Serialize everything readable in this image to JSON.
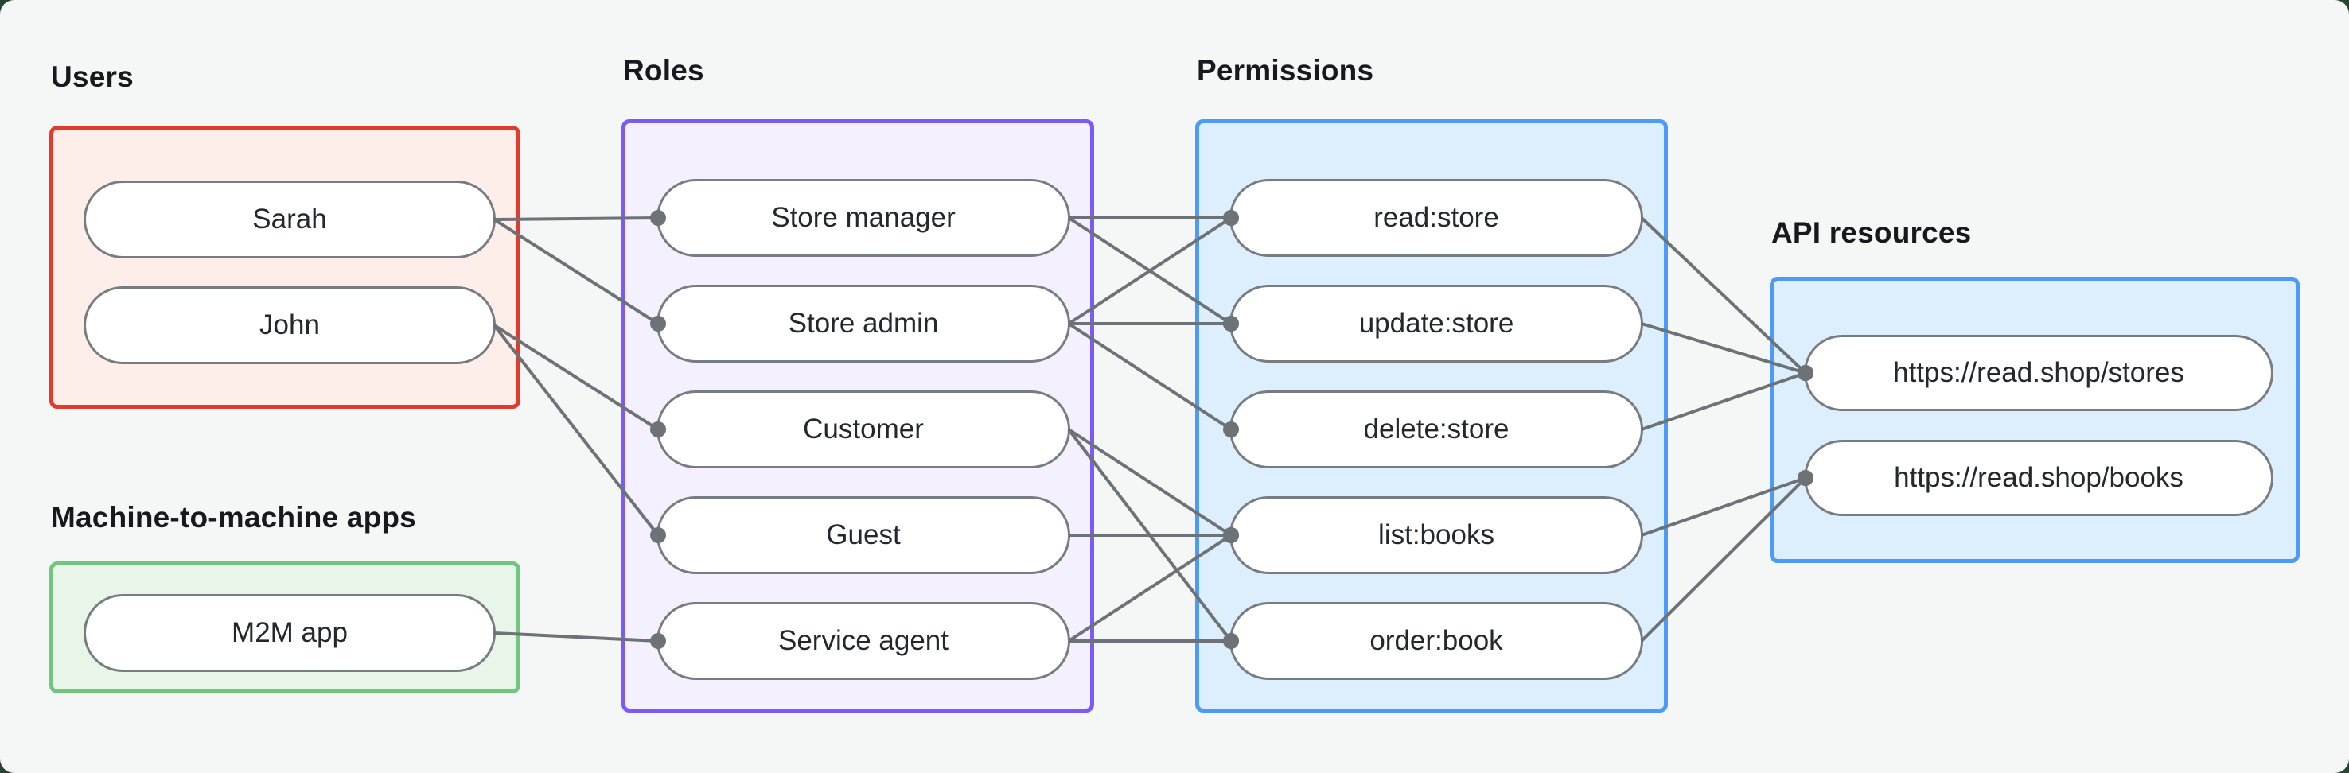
{
  "page": {
    "background": "#254632",
    "panel": "#f5f7f6"
  },
  "groups": {
    "users": {
      "label": "Users",
      "border": "#e23b2e",
      "fill": "#fdeeea"
    },
    "m2m": {
      "label": "Machine-to-machine apps",
      "border": "#70c57f",
      "fill": "#e8f5e9"
    },
    "roles": {
      "label": "Roles",
      "border": "#7a5af8",
      "fill": "#f4f0fe"
    },
    "permissions": {
      "label": "Permissions",
      "border": "#4e9af7",
      "fill": "#ddeefc"
    },
    "api": {
      "label": "API resources",
      "border": "#4e9af7",
      "fill": "#ddeefc"
    }
  },
  "nodes": {
    "sarah": {
      "label": "Sarah"
    },
    "john": {
      "label": "John"
    },
    "m2m_app": {
      "label": "M2M app"
    },
    "store_manager": {
      "label": "Store manager"
    },
    "store_admin": {
      "label": "Store admin"
    },
    "customer": {
      "label": "Customer"
    },
    "guest": {
      "label": "Guest"
    },
    "service_agent": {
      "label": "Service agent"
    },
    "read_store": {
      "label": "read:store"
    },
    "update_store": {
      "label": "update:store"
    },
    "delete_store": {
      "label": "delete:store"
    },
    "list_books": {
      "label": "list:books"
    },
    "order_book": {
      "label": "order:book"
    },
    "stores_resource": {
      "label": "https://read.shop/stores"
    },
    "books_resource": {
      "label": "https://read.shop/books"
    }
  },
  "edges": [
    [
      "sarah",
      "store_manager"
    ],
    [
      "sarah",
      "store_admin"
    ],
    [
      "john",
      "customer"
    ],
    [
      "john",
      "guest"
    ],
    [
      "m2m_app",
      "service_agent"
    ],
    [
      "store_manager",
      "read_store"
    ],
    [
      "store_manager",
      "update_store"
    ],
    [
      "store_admin",
      "read_store"
    ],
    [
      "store_admin",
      "update_store"
    ],
    [
      "store_admin",
      "delete_store"
    ],
    [
      "customer",
      "list_books"
    ],
    [
      "customer",
      "order_book"
    ],
    [
      "guest",
      "list_books"
    ],
    [
      "service_agent",
      "list_books"
    ],
    [
      "service_agent",
      "order_book"
    ],
    [
      "read_store",
      "stores_resource"
    ],
    [
      "update_store",
      "stores_resource"
    ],
    [
      "delete_store",
      "stores_resource"
    ],
    [
      "list_books",
      "books_resource"
    ],
    [
      "order_book",
      "books_resource"
    ]
  ],
  "edge_style": {
    "color": "#6d7277",
    "width": 4,
    "dot_radius": 10
  }
}
